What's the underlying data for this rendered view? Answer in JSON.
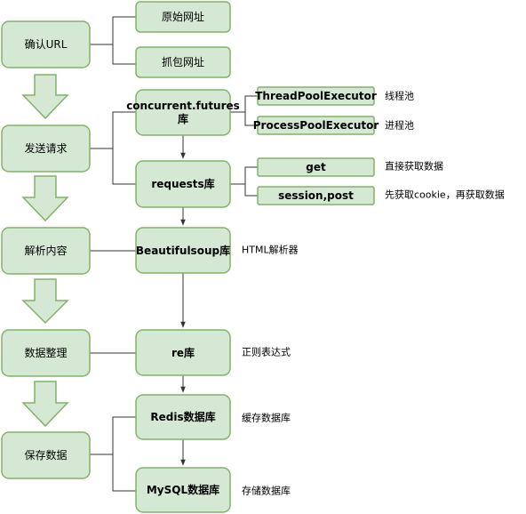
{
  "steps": [
    "确认URL",
    "发送请求",
    "解析内容",
    "数据整理",
    "保存数据"
  ],
  "url_sources": [
    "原始网址",
    "抓包网址"
  ],
  "libs": {
    "concurrent": "concurrent.futures",
    "concurrent_suffix": "库",
    "requests": "requests库",
    "beautifulsoup": "Beautifulsoup库",
    "re": "re库",
    "redis": "Redis数据库",
    "mysql": "MySQL数据库"
  },
  "executors": [
    "ThreadPoolExecutor",
    "ProcessPoolExecutor"
  ],
  "request_methods": [
    "get",
    "session,post"
  ],
  "notes": {
    "thread": "线程池",
    "process": "进程池",
    "get": "直接获取数据",
    "session": "先获取cookie，再获取数据",
    "beautifulsoup": "HTML解析器",
    "re": "正则表达式",
    "redis": "缓存数据库",
    "mysql": "存储数据库"
  },
  "colors": {
    "node_fill": "#d5e8d4",
    "node_stroke": "#82b366",
    "connector": "#333333"
  }
}
